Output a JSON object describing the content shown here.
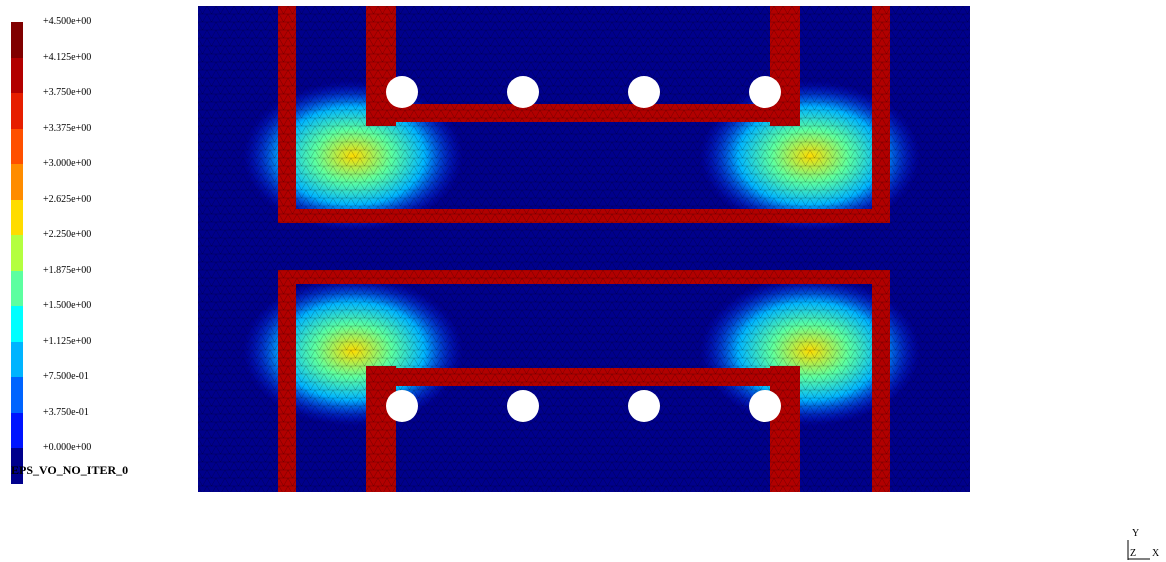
{
  "legend": {
    "title": "EPS_VO_NO_ITER_0",
    "ticks": [
      "+4.500e+00",
      "+4.125e+00",
      "+3.750e+00",
      "+3.375e+00",
      "+3.000e+00",
      "+2.625e+00",
      "+2.250e+00",
      "+1.875e+00",
      "+1.500e+00",
      "+1.125e+00",
      "+7.500e-01",
      "+3.750e-01",
      "+0.000e+00"
    ],
    "colors": [
      "#800000",
      "#b20000",
      "#e61e00",
      "#ff5000",
      "#ff8c00",
      "#ffdc00",
      "#b4ff40",
      "#5cffa0",
      "#00ffff",
      "#00b4ff",
      "#0064ff",
      "#0014ff",
      "#00008c"
    ]
  },
  "axes_triad": {
    "y_label": "Y",
    "z_label": "Z",
    "x_label": "X"
  }
}
